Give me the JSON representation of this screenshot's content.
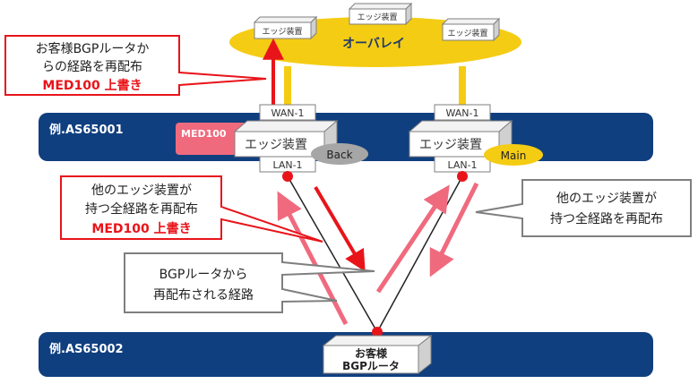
{
  "overlay": {
    "label": "オーバレイ",
    "device_labels": [
      "エッジ装置",
      "エッジ装置",
      "エッジ装置"
    ]
  },
  "as_top": {
    "label": "例.AS65001"
  },
  "as_bottom": {
    "label": "例.AS65002"
  },
  "left_device": {
    "label": "エッジ装置",
    "wan": "WAN-1",
    "lan": "LAN-1",
    "badge": "Back",
    "med_tag": "MED100"
  },
  "right_device": {
    "label": "エッジ装置",
    "wan": "WAN-1",
    "lan": "LAN-1",
    "badge": "Main"
  },
  "customer_router": {
    "line1": "お客様",
    "line2": "BGPルータ"
  },
  "callouts": {
    "top_left": {
      "line1": "お客様BGPルータか",
      "line2": "らの経路を再配布",
      "line3": "MED100 上書き"
    },
    "mid_left": {
      "line1": "他のエッジ装置が",
      "line2": "持つ全経路を再配布",
      "line3": "MED100 上書き"
    },
    "right": {
      "line1": "他のエッジ装置が",
      "line2": "持つ全経路を再配布"
    },
    "bottom": {
      "line1": "BGPルータから",
      "line2": "再配布される経路"
    }
  },
  "colors": {
    "as_band": "#103f7f",
    "overlay": "#f5cc14",
    "route_pink": "#f06a7e",
    "red": "#e8141a",
    "med_tag": "#f06a7e",
    "main_badge": "#f5cc14",
    "back_badge": "#a6a6a6",
    "callout_gray": "#7f7f7f"
  }
}
